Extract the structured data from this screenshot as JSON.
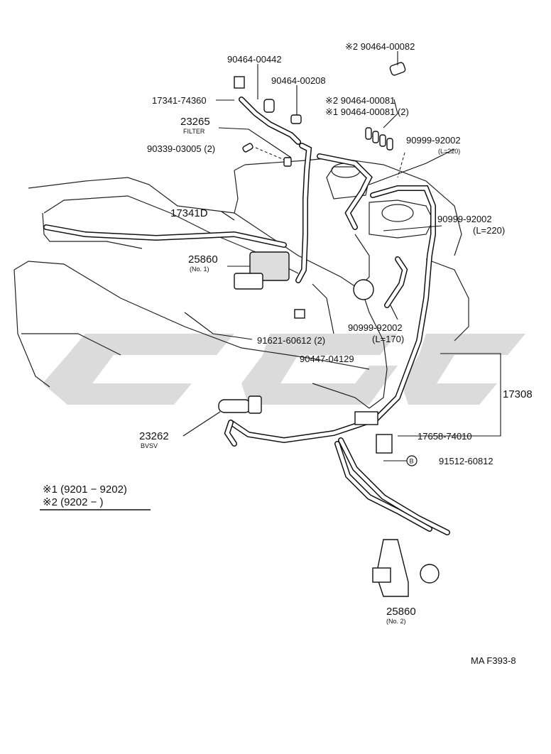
{
  "labels": {
    "p_90464_00082": "※2 90464-00082",
    "p_90464_00442": "90464-00442",
    "p_90464_00208": "90464-00208",
    "p_17341_74360": "17341-74360",
    "p_23265": "23265",
    "p_23265_sub": "FILTER",
    "p_90339_03005": "90339-03005 (2)",
    "p_90464_00081_a": "※2 90464-00081",
    "p_90464_00081_b": "※1 90464-00081 (2)",
    "p_90999_92002_a": "90999-92002",
    "p_90999_92002_a_sub": "(L=220)",
    "p_17341D": "17341D",
    "p_90999_92002_b": "90999-92002",
    "p_90999_92002_b_sub": "(L=220)",
    "p_25860_1": "25860",
    "p_25860_1_sub": "(No. 1)",
    "p_90999_92002_c": "90999-92002",
    "p_90999_92002_c_sub": "(L=170)",
    "p_91621_60612": "91621-60612 (2)",
    "p_90447_04129": "90447-04129",
    "p_17308": "17308",
    "p_23262": "23262",
    "p_23262_sub": "BVSV",
    "p_17658_74010": "17658-74010",
    "p_91512_60812": "91512-60812",
    "p_91512_marker": "B",
    "p_25860_2": "25860",
    "p_25860_2_sub": "(No. 2)",
    "ref_code": "MA F393-8"
  },
  "legend": {
    "note1": "※1 (9201 − 9202)",
    "note2": "※2 (9202 −         )"
  },
  "watermark": "CSG"
}
